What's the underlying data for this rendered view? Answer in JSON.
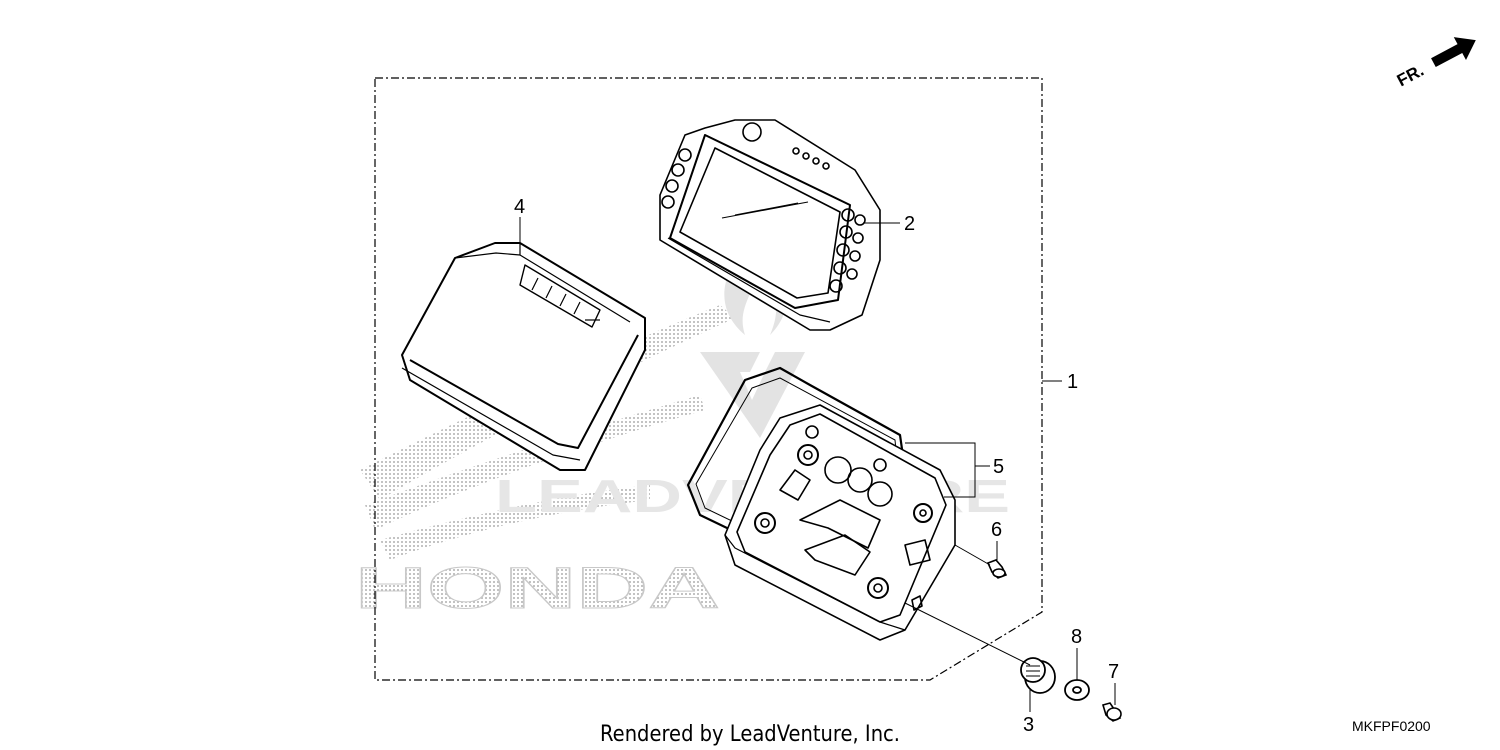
{
  "direction": {
    "label": "FR.",
    "icon": "front-direction-arrow-icon"
  },
  "callouts": [
    {
      "number": "1"
    },
    {
      "number": "2"
    },
    {
      "number": "3"
    },
    {
      "number": "4"
    },
    {
      "number": "5"
    },
    {
      "number": "6"
    },
    {
      "number": "7"
    },
    {
      "number": "8"
    }
  ],
  "footer": {
    "rendered_by": "Rendered by LeadVenture, Inc.",
    "diagram_code": "MKFPF0200"
  },
  "watermark": {
    "brand": "HONDA",
    "dealer": "LEADVENTURE"
  },
  "colors": {
    "line": "#000000",
    "watermark": "#b8b8b8",
    "background": "#ffffff"
  }
}
